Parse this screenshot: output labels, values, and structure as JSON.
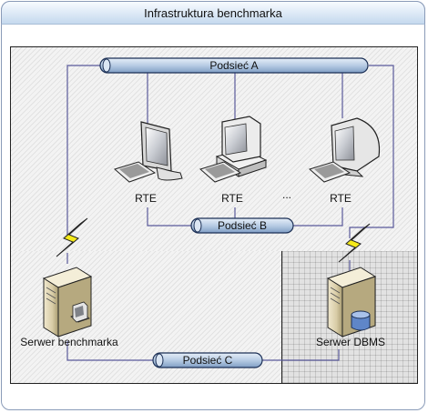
{
  "title": "Infrastruktura benchmarka",
  "networks": {
    "a": "Podsieć A",
    "b": "Podsieć B",
    "c": "Podsieć C"
  },
  "nodes": {
    "rte_1": "RTE",
    "rte_2": "RTE",
    "rte_3": "RTE",
    "ellipsis": "...",
    "benchmark_server": "Serwer benchmarka",
    "dbms_server": "Serwer DBMS"
  },
  "icons": [
    "lcd-monitor-icon",
    "keyboard-icon",
    "desktop-pc-icon",
    "crt-monitor-icon",
    "server-tower-icon",
    "database-icon",
    "lightning-link-icon"
  ],
  "colors": {
    "bus_fill": "#b7cce4",
    "bus_stroke": "#1b2f55",
    "link_line": "#5a5a9a",
    "lightning": "#f5ea1a"
  }
}
